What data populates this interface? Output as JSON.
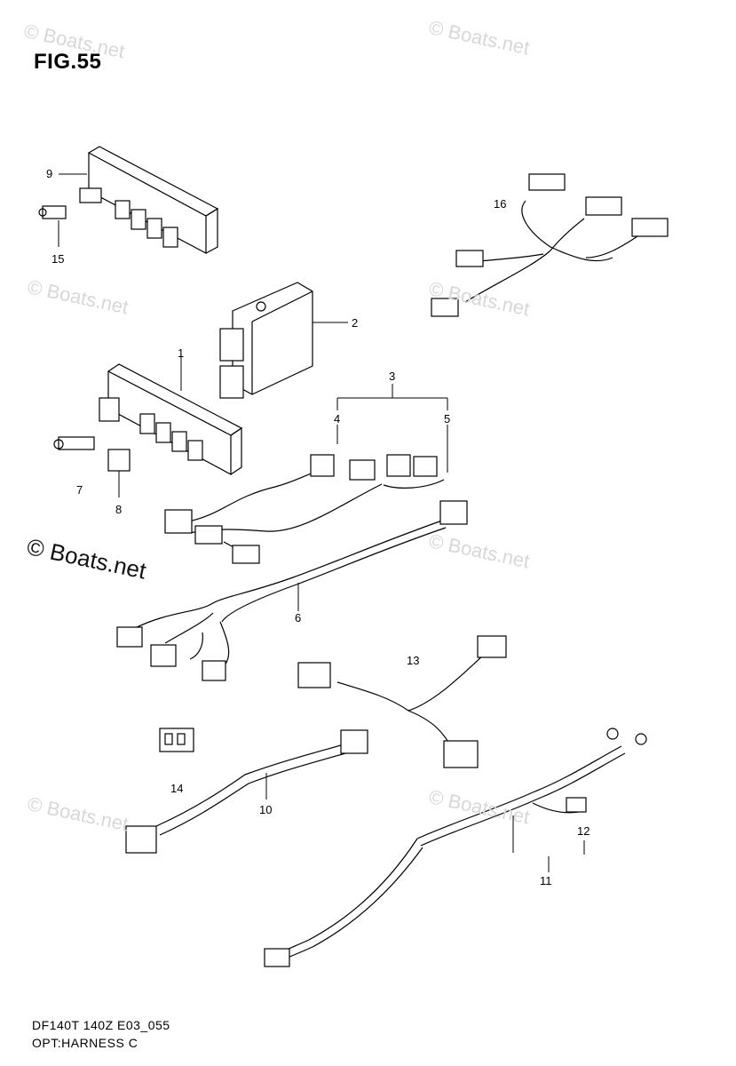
{
  "figure": {
    "title": "FIG.55"
  },
  "watermarks": [
    {
      "text": "© Boats.net",
      "style": "faint"
    },
    {
      "text": "© Boats.net",
      "style": "faint"
    },
    {
      "text": "© Boats.net",
      "style": "faint"
    },
    {
      "text": "© Boats.net",
      "style": "faint"
    },
    {
      "text": "© Boats.net",
      "style": "faint"
    },
    {
      "text": "© Boats.net",
      "style": "faint"
    },
    {
      "text": "© Boats.net",
      "style": "faint"
    },
    {
      "text": "© Boats.net",
      "style": "dark"
    }
  ],
  "callouts": [
    "1",
    "2",
    "3",
    "4",
    "5",
    "6",
    "7",
    "8",
    "9",
    "10",
    "11",
    "12",
    "13",
    "14",
    "15",
    "16"
  ],
  "footer": {
    "code": "DF140T 140Z E03_055",
    "caption": "OPT:HARNESS C"
  },
  "colors": {
    "line": "#000000",
    "background": "#ffffff",
    "watermark": "#d7d7d7"
  }
}
